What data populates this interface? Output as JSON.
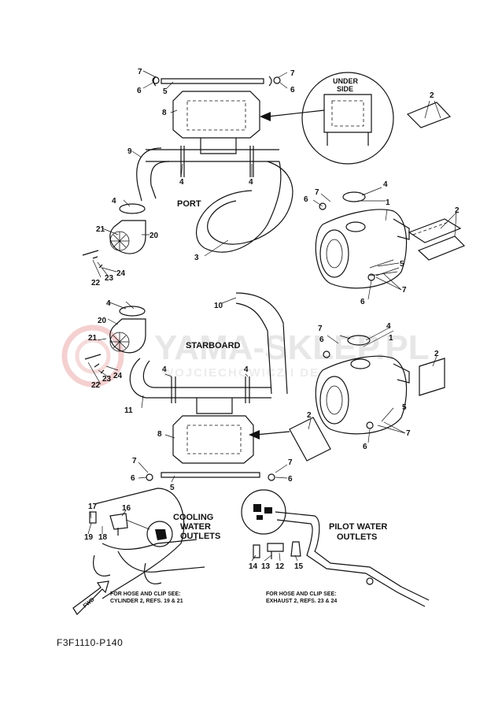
{
  "watermark": {
    "brand": "YAMA-SKLEP.PL",
    "owner": "WOJCIECHOWICZ I DE"
  },
  "sections": {
    "port": "PORT",
    "starboard": "STARBOARD",
    "under_side_line1": "UNDER",
    "under_side_line2": "SIDE",
    "cooling_line1": "COOLING",
    "cooling_line2": "WATER",
    "cooling_line3": "OUTLETS",
    "pilot_line1": "PILOT WATER",
    "pilot_line2": "OUTLETS",
    "fwd": "FWD"
  },
  "notes": {
    "cooling_ref_line1": "FOR HOSE AND CLIP SEE:",
    "cooling_ref_line2": "CYLINDER 2, REFS. 19 & 21",
    "pilot_ref_line1": "FOR HOSE AND CLIP SEE:",
    "pilot_ref_line2": "EXHAUST 2, REFS. 23 & 24"
  },
  "diagram_code": "F3F1110-P140",
  "callouts": {
    "c1": "7",
    "c2": "6",
    "c3": "5",
    "c4": "7",
    "c5": "6",
    "c6": "8",
    "c7": "9",
    "c8": "4",
    "c9": "4",
    "c10": "4",
    "c11": "3",
    "c12": "21",
    "c13": "20",
    "c14": "22",
    "c15": "23",
    "c16": "24",
    "c17": "2",
    "c18": "6",
    "c19": "7",
    "c20": "4",
    "c21": "1",
    "c22": "2",
    "c23": "5",
    "c24": "6",
    "c25": "7",
    "c26": "4",
    "c27": "10",
    "c28": "20",
    "c29": "21",
    "c30": "24",
    "c31": "23",
    "c32": "22",
    "c33": "4",
    "c34": "4",
    "c35": "11",
    "c36": "7",
    "c37": "6",
    "c38": "4",
    "c39": "1",
    "c40": "2",
    "c41": "5",
    "c42": "6",
    "c43": "7",
    "c44": "2",
    "c45": "8",
    "c46": "7",
    "c47": "6",
    "c48": "5",
    "c49": "7",
    "c50": "6",
    "c51": "17",
    "c52": "16",
    "c53": "19",
    "c54": "18",
    "c55": "14",
    "c56": "13",
    "c57": "12",
    "c58": "15"
  }
}
